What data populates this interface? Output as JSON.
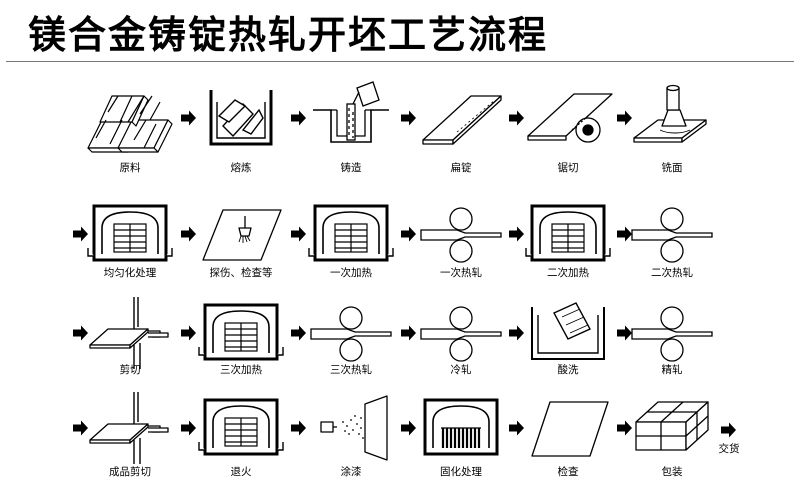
{
  "title": "镁合金铸锭热轧开坯工艺流程",
  "steps": [
    [
      "原料",
      "熔炼",
      "铸造",
      "扁锭",
      "锯切",
      "铣面"
    ],
    [
      "均匀化处理",
      "探伤、检查等",
      "一次加热",
      "一次热轧",
      "二次加热",
      "二次热轧"
    ],
    [
      "剪切",
      "三次加热",
      "三次热轧",
      "冷轧",
      "酸洗",
      "精轧"
    ],
    [
      "成品剪切",
      "退火",
      "涂漆",
      "固化处理",
      "检查",
      "包装"
    ]
  ],
  "end_label": "交货",
  "icons": [
    [
      "ingots-icon",
      "furnace-crucible-icon",
      "casting-mold-icon",
      "slab-icon",
      "saw-icon",
      "milling-icon"
    ],
    [
      "heating-furnace-icon",
      "inspection-probe-icon",
      "heating-furnace-icon",
      "rolling-mill-icon",
      "heating-furnace-icon",
      "rolling-mill-icon"
    ],
    [
      "shear-icon",
      "heating-furnace-icon",
      "rolling-mill-icon",
      "rolling-mill-icon",
      "acid-bath-icon",
      "rolling-mill-icon"
    ],
    [
      "shear-icon",
      "heating-furnace-icon",
      "spray-paint-icon",
      "curing-furnace-icon",
      "plate-icon",
      "package-icon"
    ]
  ]
}
